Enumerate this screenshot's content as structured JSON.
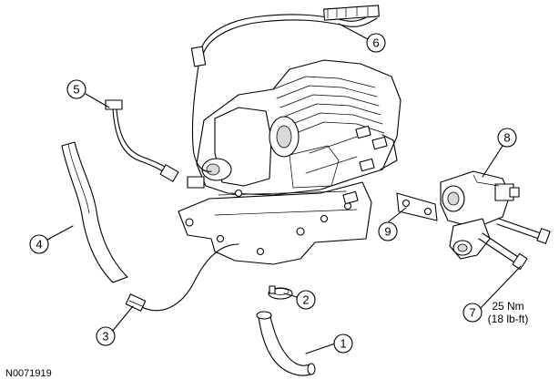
{
  "figure_id": "N0071919",
  "callouts": [
    {
      "number": "1"
    },
    {
      "number": "2"
    },
    {
      "number": "3"
    },
    {
      "number": "4"
    },
    {
      "number": "5"
    },
    {
      "number": "6"
    },
    {
      "number": "7"
    },
    {
      "number": "8"
    },
    {
      "number": "9"
    }
  ],
  "torque_spec": {
    "metric": "25 Nm",
    "imperial": "(18 lb-ft)"
  }
}
